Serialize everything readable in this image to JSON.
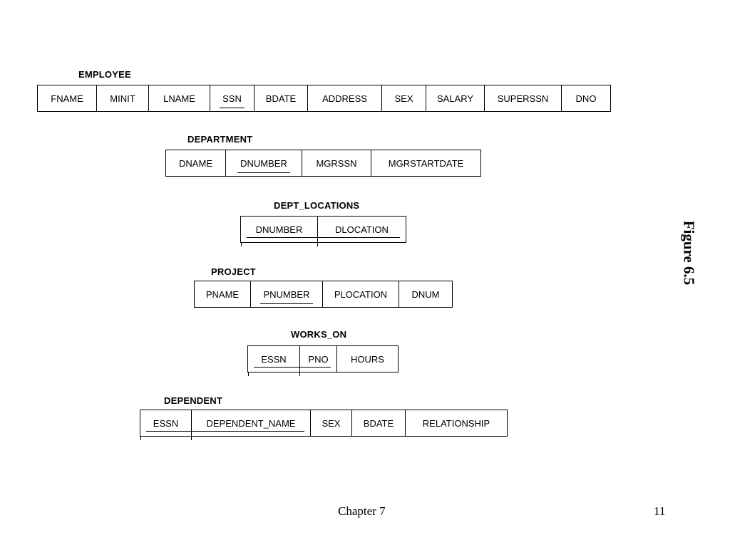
{
  "relations": [
    {
      "name": "EMPLOYEE",
      "attributes": [
        {
          "label": "FNAME",
          "primary_key": false
        },
        {
          "label": "MINIT",
          "primary_key": false
        },
        {
          "label": "LNAME",
          "primary_key": false
        },
        {
          "label": "SSN",
          "primary_key": true
        },
        {
          "label": "BDATE",
          "primary_key": false
        },
        {
          "label": "ADDRESS",
          "primary_key": false
        },
        {
          "label": "SEX",
          "primary_key": false
        },
        {
          "label": "SALARY",
          "primary_key": false
        },
        {
          "label": "SUPERSSN",
          "primary_key": false
        },
        {
          "label": "DNO",
          "primary_key": false
        }
      ]
    },
    {
      "name": "DEPARTMENT",
      "attributes": [
        {
          "label": "DNAME",
          "primary_key": false
        },
        {
          "label": "DNUMBER",
          "primary_key": true
        },
        {
          "label": "MGRSSN",
          "primary_key": false
        },
        {
          "label": "MGRSTARTDATE",
          "primary_key": false
        }
      ]
    },
    {
      "name": "DEPT_LOCATIONS",
      "attributes": [
        {
          "label": "DNUMBER",
          "primary_key": true
        },
        {
          "label": "DLOCATION",
          "primary_key": true
        }
      ]
    },
    {
      "name": "PROJECT",
      "attributes": [
        {
          "label": "PNAME",
          "primary_key": false
        },
        {
          "label": "PNUMBER",
          "primary_key": true
        },
        {
          "label": "PLOCATION",
          "primary_key": false
        },
        {
          "label": "DNUM",
          "primary_key": false
        }
      ]
    },
    {
      "name": "WORKS_ON",
      "attributes": [
        {
          "label": "ESSN",
          "primary_key": true
        },
        {
          "label": "PNO",
          "primary_key": true
        },
        {
          "label": "HOURS",
          "primary_key": false
        }
      ]
    },
    {
      "name": "DEPENDENT",
      "attributes": [
        {
          "label": "ESSN",
          "primary_key": true
        },
        {
          "label": "DEPENDENT_NAME",
          "primary_key": true
        },
        {
          "label": "SEX",
          "primary_key": false
        },
        {
          "label": "BDATE",
          "primary_key": false
        },
        {
          "label": "RELATIONSHIP",
          "primary_key": false
        }
      ]
    }
  ],
  "figure_label": "Figure 6.5",
  "footer": {
    "chapter": "Chapter 7",
    "page_number": "11"
  }
}
